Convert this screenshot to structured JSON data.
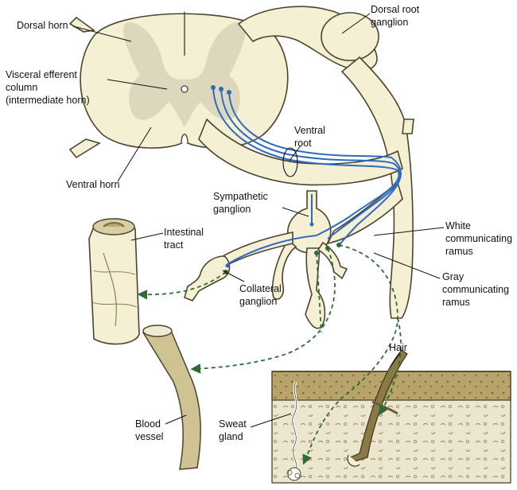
{
  "labels": {
    "dorsal_horn": "Dorsal horn",
    "visceral_efferent_1": "Visceral efferent",
    "visceral_efferent_2": "column",
    "visceral_efferent_3": "(intermediate horn)",
    "ventral_horn": "Ventral horn",
    "dorsal_root_ganglion_1": "Dorsal root",
    "dorsal_root_ganglion_2": "ganglion",
    "ventral_root_1": "Ventral",
    "ventral_root_2": "root",
    "sympathetic_ganglion_1": "Sympathetic",
    "sympathetic_ganglion_2": "ganglion",
    "intestinal_tract_1": "Intestinal",
    "intestinal_tract_2": "tract",
    "white_ramus_1": "White",
    "white_ramus_2": "communicating",
    "white_ramus_3": "ramus",
    "gray_ramus_1": "Gray",
    "gray_ramus_2": "communicating",
    "gray_ramus_3": "ramus",
    "collateral_ganglion_1": "Collateral",
    "collateral_ganglion_2": "ganglion",
    "hair": "Hair",
    "blood_vessel_1": "Blood",
    "blood_vessel_2": "vessel",
    "sweat_gland_1": "Sweat",
    "sweat_gland_2": "gland"
  },
  "colors": {
    "tissue": "#f5efd4",
    "grey_matter": "#ddd8bd",
    "preganglionic": "#2e6bc0",
    "postganglionic": "#2f6b35",
    "skin": "#8b7a45"
  }
}
